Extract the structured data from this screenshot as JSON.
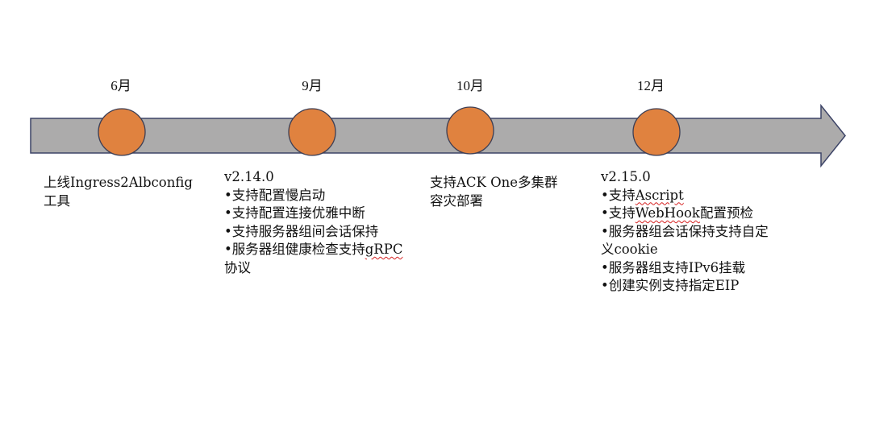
{
  "colors": {
    "arrow_fill": "#acabab",
    "arrow_stroke": "#3d4467",
    "milestone_fill": "#e0823f",
    "milestone_stroke": "#3d3f55",
    "text": "#111111",
    "spellcheck": "#d62020"
  },
  "milestones": [
    {
      "month": "6月",
      "lines": [
        {
          "text": "上线Ingress2Albconfig"
        },
        {
          "text": "工具"
        }
      ]
    },
    {
      "month": "9月",
      "lines": [
        {
          "text": "v2.14.0"
        },
        {
          "text": "•支持配置慢启动"
        },
        {
          "text": "•支持配置连接优雅中断"
        },
        {
          "text": "•支持服务器组间会话保持"
        },
        {
          "text": "•服务器组健康检查支持",
          "flagged": "gRPC"
        },
        {
          "text": "协议"
        }
      ]
    },
    {
      "month": "10月",
      "lines": [
        {
          "text": "支持ACK One多集群"
        },
        {
          "text": "容灾部署"
        }
      ]
    },
    {
      "month": "12月",
      "lines": [
        {
          "text": "v2.15.0"
        },
        {
          "text": "•支持",
          "flagged": "Ascript"
        },
        {
          "text": "•支持",
          "flagged": "WebHook",
          "after": "配置预检"
        },
        {
          "text": "•服务器组会话保持支持自定"
        },
        {
          "text": "义cookie"
        },
        {
          "text": "•服务器组支持IPv6挂载"
        },
        {
          "text": "•创建实例支持指定EIP"
        }
      ]
    }
  ]
}
